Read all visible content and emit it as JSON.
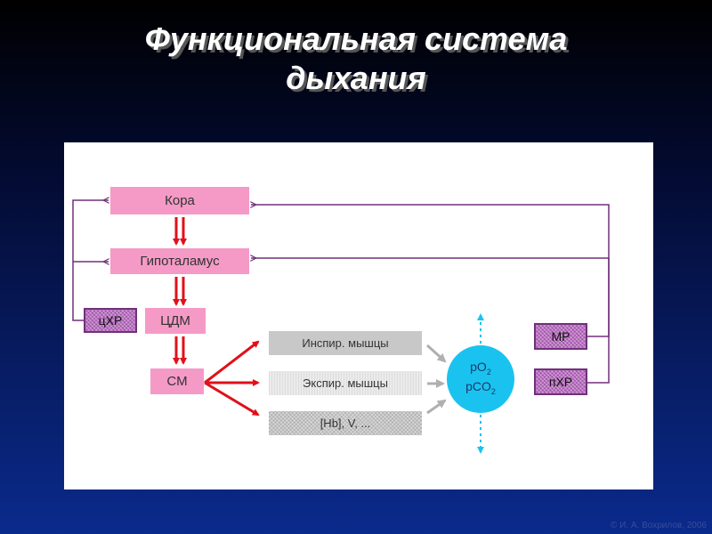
{
  "title": {
    "line1": "Функциональная система",
    "line2": "дыхания"
  },
  "diagram": {
    "kora": "Кора",
    "gipotalamus": "Гипоталамус",
    "tsdm": "ЦДМ",
    "sm": "СМ",
    "tshr": "цХР",
    "mr": "МР",
    "phr": "пХР",
    "inspir": "Инспир. мышцы",
    "ekspir": "Экспир. мышцы",
    "hb": "[Hb], V, ...",
    "po2": "pO",
    "po2_sub": "2",
    "pco2": "pCO",
    "pco2_sub": "2"
  },
  "footer": "© И. А. Вохрилов, 2006",
  "colors": {
    "pink_box": "#f59ac6",
    "red_arrow": "#e0101a",
    "purple_line": "#70307a",
    "cyan_circle": "#1ac3ef",
    "grey_arrow": "#b0b0b0"
  }
}
